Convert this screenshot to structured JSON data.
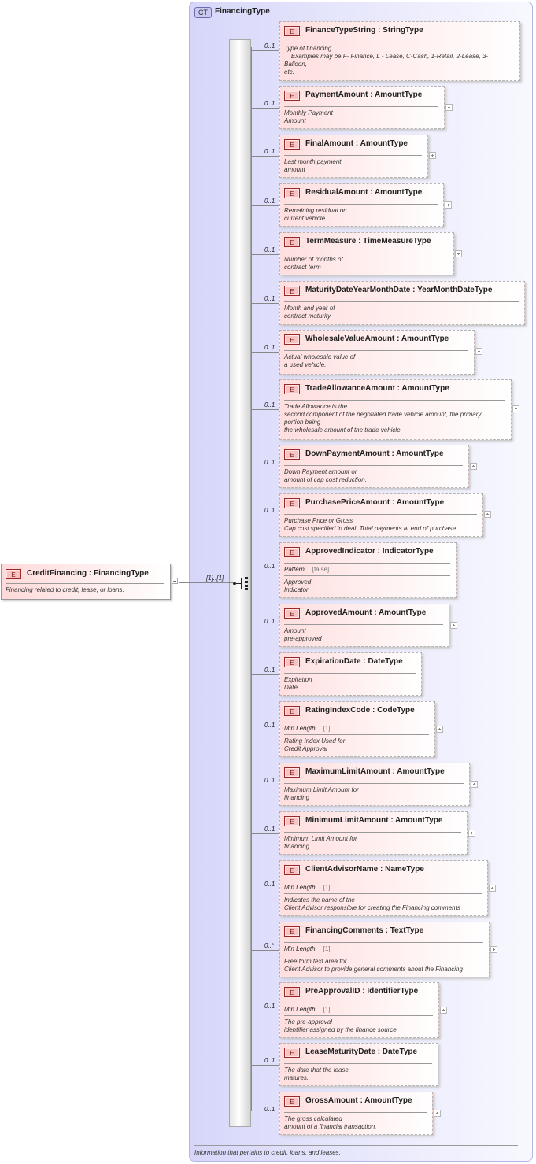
{
  "complex_type": {
    "badge": "CT",
    "name": "FinancingType",
    "description": "Information that pertains to credit, loans, and leases."
  },
  "root": {
    "badge": "E",
    "name": "CreditFinancing : FinancingType",
    "description": "Financing related to credit, lease, or loans.",
    "multiplicity": "[1]..[1]"
  },
  "elements": [
    {
      "mult": "0..1",
      "name": "FinanceTypeString : StringType",
      "desc": "Type of financing\n    Examples may be F- Finance, L - Lease, C-Cash, 1-Retail, 2-Lease, 3-\nBalloon,\netc.",
      "facet": null
    },
    {
      "mult": "0..1",
      "name": "PaymentAmount : AmountType",
      "desc": "Monthly Payment\nAmount",
      "facet": null
    },
    {
      "mult": "0..1",
      "name": "FinalAmount : AmountType",
      "desc": "Last month payment\namount",
      "facet": null
    },
    {
      "mult": "0..1",
      "name": "ResidualAmount : AmountType",
      "desc": "Remaining residual on\ncurrent vehicle",
      "facet": null
    },
    {
      "mult": "0..1",
      "name": "TermMeasure : TimeMeasureType",
      "desc": "Number of months of\ncontract term",
      "facet": null
    },
    {
      "mult": "0..1",
      "name": "MaturityDateYearMonthDate : YearMonthDateType",
      "desc": "Month and year of\ncontract maturity",
      "facet": null
    },
    {
      "mult": "0..1",
      "name": "WholesaleValueAmount : AmountType",
      "desc": "Actual wholesale value of\na used vehicle.",
      "facet": null
    },
    {
      "mult": "0..1",
      "name": "TradeAllowanceAmount : AmountType",
      "desc": "Trade Allowance is the\nsecond component of the negotiated trade vehicle amount, the primary\nportion being\nthe wholesale amount of the trade vehicle.",
      "facet": null
    },
    {
      "mult": "0..1",
      "name": "DownPaymentAmount : AmountType",
      "desc": "Down Payment amount or\namount of cap cost reduction.",
      "facet": null
    },
    {
      "mult": "0..1",
      "name": "PurchasePriceAmount : AmountType",
      "desc": "Purchase Price or Gross\nCap cost specified in deal. Total payments at end of purchase",
      "facet": null
    },
    {
      "mult": "0..1",
      "name": "ApprovedIndicator : IndicatorType",
      "desc": "Approved\nIndicator",
      "facet": {
        "label": "Pattern",
        "value": "[false]"
      }
    },
    {
      "mult": "0..1",
      "name": "ApprovedAmount : AmountType",
      "desc": "Amount\npre-approved",
      "facet": null
    },
    {
      "mult": "0..1",
      "name": "ExpirationDate : DateType",
      "desc": "Expiration\nDate",
      "facet": null
    },
    {
      "mult": "0..1",
      "name": "RatingIndexCode : CodeType",
      "desc": "Rating Index Used for\nCredit Approval",
      "facet": {
        "label": "Min Length",
        "value": "[1]"
      }
    },
    {
      "mult": "0..1",
      "name": "MaximumLimitAmount : AmountType",
      "desc": "Maximum Limit Amount for\nfinancing",
      "facet": null
    },
    {
      "mult": "0..1",
      "name": "MinimumLimitAmount : AmountType",
      "desc": "Minimum Limit Amount for\nfinancing",
      "facet": null
    },
    {
      "mult": "0..1",
      "name": "ClientAdvisorName : NameType",
      "desc": "Indicates the name of the\nClient Advisor responsible for creating the Financing comments",
      "facet": {
        "label": "Min Length",
        "value": "[1]"
      }
    },
    {
      "mult": "0..*",
      "name": "FinancingComments : TextType",
      "desc": "Free form text area for\nClient Advisor to provide general comments about the Financing",
      "facet": {
        "label": "Min Length",
        "value": "[1]"
      }
    },
    {
      "mult": "0..1",
      "name": "PreApprovalID : IdentifierType",
      "desc": "The pre-approval\nidentifier assigned by the finance source.",
      "facet": {
        "label": "Min Length",
        "value": "[1]"
      }
    },
    {
      "mult": "0..1",
      "name": "LeaseMaturityDate : DateType",
      "desc": "The date that the lease\nmatures.",
      "facet": null
    },
    {
      "mult": "0..1",
      "name": "GrossAmount : AmountType",
      "desc": "The gross calculated\namount of a financial transaction.",
      "facet": null
    }
  ]
}
